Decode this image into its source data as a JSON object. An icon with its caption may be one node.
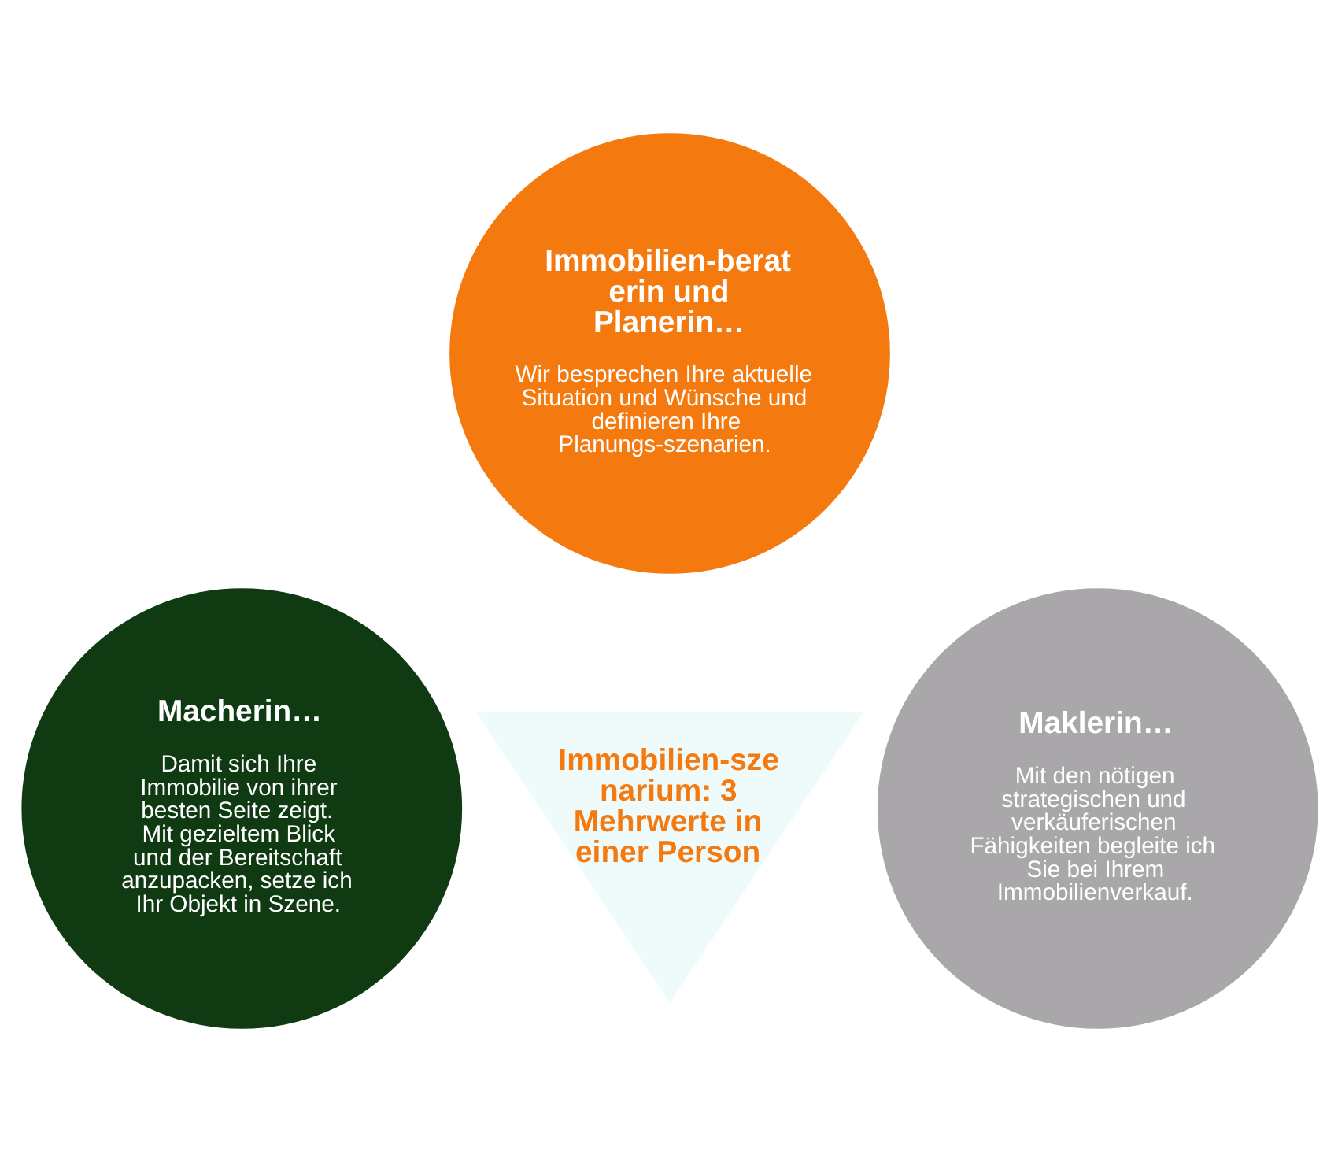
{
  "diagram": {
    "nodes": [
      {
        "text": [
          "Immobilien-beraterin und Planerin…",
          "Wir besprechen Ihre aktuelle Situation und Wünsche und definieren Ihre Planungs-szenarien."
        ]
      },
      {
        "text": [
          "Macherin…",
          "Damit sich Ihre Immobilie von ihrer besten Seite zeigt. Mit gezieltem Blick und der Bereitschaft anzupacken, setze ich Ihr Objekt in Szene."
        ]
      },
      {
        "text": [
          "Immobilien-szenarium: 3 Mehrwerte in einer Person"
        ]
      },
      {
        "text": [
          "Maklerin…",
          "Mit den nötigen strategischen und verkäuferischen Fähigkeiten begleite ich Sie bei Ihrem Immobilienverkauf."
        ]
      }
    ],
    "edges": []
  }
}
